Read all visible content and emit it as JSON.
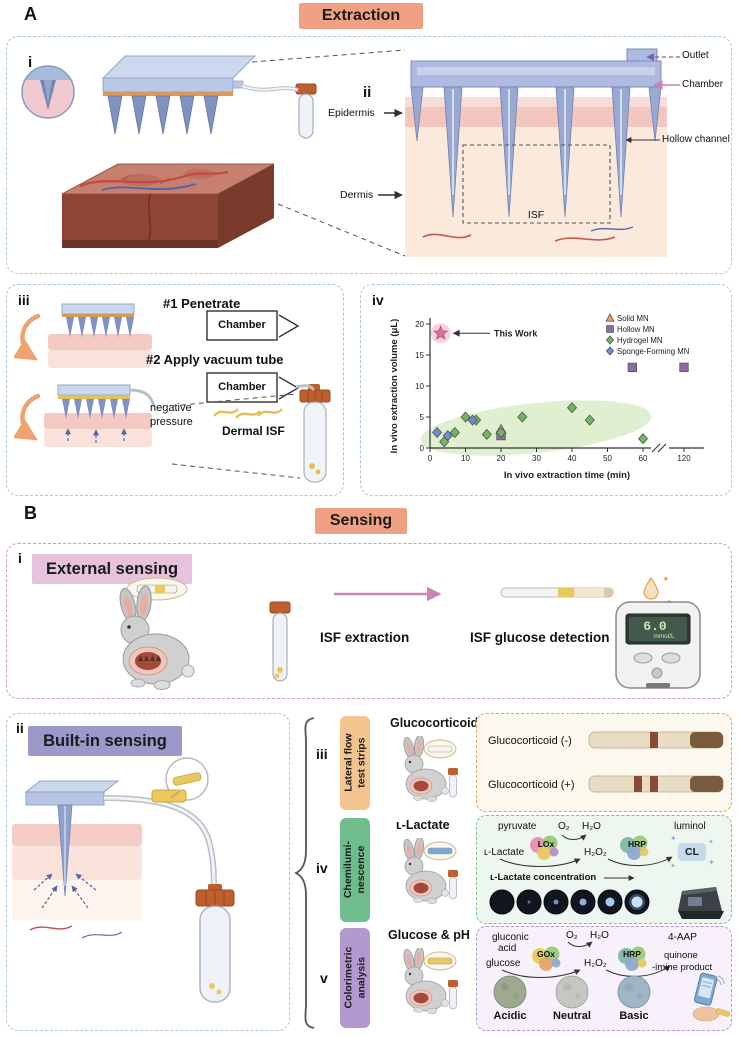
{
  "colors": {
    "header_chip": "#F0A183",
    "panel_border_blue": "#A9C7E0",
    "panel_border_pink": "#CF9AC4",
    "row_iii_accent": "#E2A254",
    "row_iv_accent": "#6FBD8D",
    "row_v_accent": "#B299CF",
    "external_sensing_bg": "#E7C2DC",
    "built_in_sensing_bg": "#9B99C9"
  },
  "icons": {
    "sparkle": "✦"
  },
  "panelA": {
    "label": "A",
    "title": "Extraction",
    "sub_i": {
      "label": "i"
    },
    "sub_ii": {
      "label": "ii",
      "outlet": "Outlet",
      "chamber": "Chamber",
      "epidermis": "Epidermis",
      "dermis": "Dermis",
      "isf": "ISF",
      "hollow_channel": "Hollow channel"
    },
    "sub_iii": {
      "label": "iii",
      "step1": "#1 Penetrate",
      "chamber1": "Chamber",
      "step2": "#2 Apply vacuum tube",
      "chamber2": "Chamber",
      "negative_pressure": "negative pressure",
      "dermal_isf": "Dermal ISF"
    },
    "sub_iv": {
      "label": "iv"
    }
  },
  "chart_data": {
    "type": "scatter",
    "xlabel": "In vivo extraction time (min)",
    "ylabel": "In vivo extraction volume (μL)",
    "xticks": [
      0,
      10,
      20,
      30,
      40,
      50,
      60,
      120
    ],
    "yticks": [
      0,
      5,
      10,
      15,
      20
    ],
    "axis_break_between": [
      60,
      120
    ],
    "ylim": [
      0,
      22
    ],
    "legend_position": "top-right",
    "series": [
      {
        "name": "Solid MN",
        "marker": "triangle",
        "color": "#F0A171",
        "points": [
          [
            20,
            3
          ]
        ]
      },
      {
        "name": "Hollow MN",
        "marker": "square",
        "color": "#8E6CA4",
        "points": [
          [
            20,
            2
          ],
          [
            57,
            13
          ],
          [
            120,
            13
          ]
        ]
      },
      {
        "name": "Hydrogel MN",
        "marker": "diamond",
        "color": "#6FB760",
        "points": [
          [
            4,
            1
          ],
          [
            7,
            2.5
          ],
          [
            10,
            5
          ],
          [
            13,
            4.5
          ],
          [
            16,
            2.2
          ],
          [
            20,
            2.5
          ],
          [
            26,
            5
          ],
          [
            40,
            6.5
          ],
          [
            45,
            4.5
          ],
          [
            60,
            1.5
          ]
        ]
      },
      {
        "name": "Sponge-Forming MN",
        "marker": "diamond",
        "color": "#6C8FCB",
        "points": [
          [
            2,
            2.5
          ],
          [
            5,
            2
          ],
          [
            12,
            4.5
          ]
        ]
      }
    ],
    "highlight": {
      "label": "This Work",
      "marker": "star",
      "color": "#DB6E93",
      "x": 3,
      "y": 18.5
    },
    "cluster_ellipse": {
      "color": "#C8E2AC",
      "opacity": 0.55
    }
  },
  "panelB": {
    "label": "B",
    "title": "Sensing",
    "sub_i": {
      "label": "i",
      "title": "External sensing",
      "isf_extraction": "ISF extraction",
      "isf_glucose_detection": "ISF glucose detection",
      "meter_reading": "6.0",
      "meter_unit": "mmol/L"
    },
    "sub_ii": {
      "label": "ii",
      "title": "Built-in sensing"
    },
    "sub_iii": {
      "label": "iii",
      "side_label_line1": "Lateral flow",
      "side_label_line2": "test strips",
      "analyte": "Glucocorticoid",
      "strip_negative": "Glucocorticoid (-)",
      "strip_positive": "Glucocorticoid (+)"
    },
    "sub_iv": {
      "label": "iv",
      "side_label_line1": "Chemilumi-",
      "side_label_line2": "nescence",
      "analyte": "ʟ-Lactate",
      "pyruvate": "pyruvate",
      "o2": "O₂",
      "h2o": "H₂O",
      "luminol": "luminol",
      "lactate": "ʟ-Lactate",
      "lox": "LOx",
      "h2o2": "H₂O₂",
      "hrp": "HRP",
      "cl": "CL",
      "concentration": "ʟ-Lactate concentration"
    },
    "sub_v": {
      "label": "v",
      "side_label_line1": "Colorimetric",
      "side_label_line2": "analysis",
      "analyte": "Glucose & pH",
      "gluconic_line1": "gluconic",
      "gluconic_line2": "acid",
      "o2": "O₂",
      "h2o": "H₂O",
      "aap": "4-AAP",
      "glucose": "glucose",
      "gox": "GOx",
      "h2o2": "H₂O₂",
      "hrp": "HRP",
      "quinone_line1": "quinone",
      "quinone_line2": "-imine product",
      "acidic": "Acidic",
      "neutral": "Neutral",
      "basic": "Basic"
    }
  }
}
